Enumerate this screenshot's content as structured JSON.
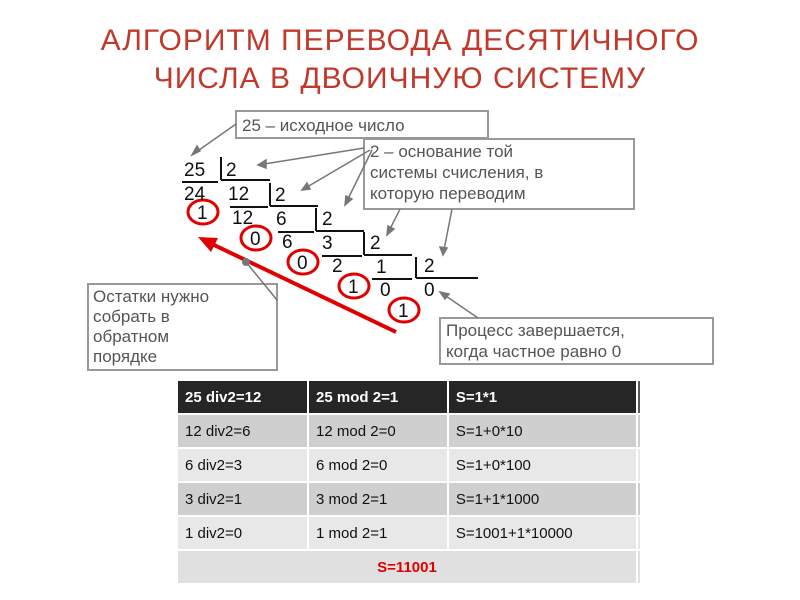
{
  "title": {
    "line1": "АЛГОРИТМ ПЕРЕВОДА ДЕСЯТИЧНОГО",
    "line2": "ЧИСЛА В ДВОИЧНУЮ СИСТЕМУ"
  },
  "diagram": {
    "notes": {
      "source_number": "25 – исходное число",
      "base_line1": "2 – основание той",
      "base_line2": "системы счисления, в",
      "base_line3": "которую переводим",
      "remainders_line1": "Остатки нужно",
      "remainders_line2": "собрать в",
      "remainders_line3": "обратном",
      "remainders_line4": "порядке",
      "finish_line1": "Процесс завершается,",
      "finish_line2": "когда частное равно 0"
    },
    "division": {
      "dividend_25": "25",
      "divisor_1": "2",
      "product_24": "24",
      "quotient_12": "12",
      "divisor_2": "2",
      "remainder_1a": "1",
      "product_12": "12",
      "quotient_6": "6",
      "divisor_3": "2",
      "remainder_0a": "0",
      "product_6": "6",
      "quotient_3": "3",
      "divisor_4": "2",
      "remainder_0b": "0",
      "product_2": "2",
      "quotient_1": "1",
      "divisor_5": "2",
      "remainder_1b": "1",
      "product_0": "0",
      "quotient_0": "0",
      "remainder_1c": "1"
    },
    "colors": {
      "accent_red": "#e00000",
      "note_border": "#999999",
      "title_red": "#c0392b"
    }
  },
  "table": {
    "header": [
      "25 div2=12",
      "25 mod 2=1",
      "S=1*1"
    ],
    "rows": [
      [
        "12 div2=6",
        "12 mod 2=0",
        "S=1+0*10"
      ],
      [
        "6 div2=3",
        "6 mod 2=0",
        "S=1+0*100"
      ],
      [
        "3 div2=1",
        "3 mod 2=1",
        "S=1+1*1000"
      ],
      [
        "1 div2=0",
        "1 mod 2=1",
        "S=1001+1*10000"
      ]
    ],
    "result": "S=11001"
  }
}
